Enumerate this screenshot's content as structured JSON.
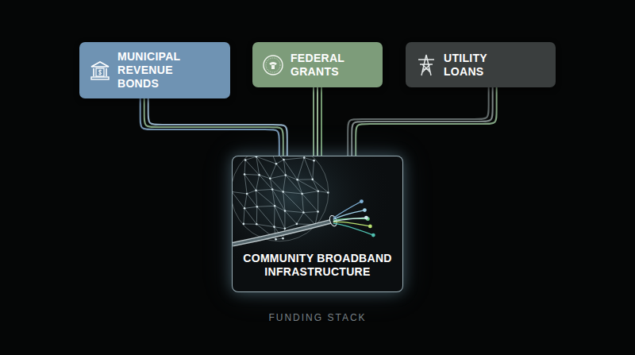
{
  "diagram": {
    "caption": "FUNDING STACK",
    "nodes": [
      {
        "text": [
          "MUNICIPAL REVENUE BONDS"
        ]
      },
      {
        "text": [
          "FEDERAL GRANTS"
        ]
      },
      {
        "text": [
          "UTILITY LOANS"
        ]
      },
      {
        "text": [
          "COMMUNITY BROADBAND INFRASTRUCTURE"
        ]
      }
    ],
    "edges": [
      {
        "from": 0,
        "to": 3,
        "arrow": "none"
      },
      {
        "from": 1,
        "to": 3,
        "arrow": "none"
      },
      {
        "from": 2,
        "to": 3,
        "arrow": "none"
      }
    ]
  }
}
